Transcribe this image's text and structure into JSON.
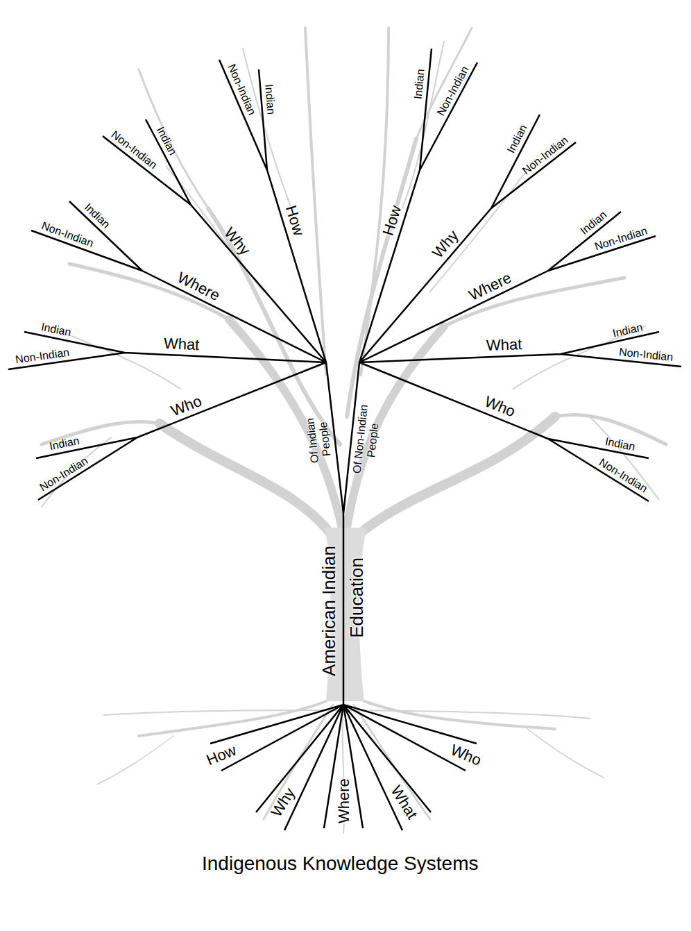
{
  "diagram": {
    "labels": [
      "Non-Indian",
      "Indian",
      "How",
      "Indian",
      "Non-Indian",
      "Why",
      "Indian",
      "Non-Indian",
      "Where",
      "Indian",
      "Non-Indian",
      "What",
      "Who",
      "Indian",
      "Non-Indian",
      "Indian",
      "Non-Indian",
      "How",
      "Indian",
      "Non-Indian",
      "Why",
      "Indian",
      "Non-Indian",
      "Where",
      "Indian",
      "Non-Indian",
      "What",
      "Who",
      "Indian",
      "Non-Indian",
      "Of Indian People",
      "Of Non-Indian People",
      "American Indian",
      "Education",
      "How",
      "Why",
      "Where",
      "What",
      "Who",
      "Indigenous Knowledge Systems"
    ]
  }
}
